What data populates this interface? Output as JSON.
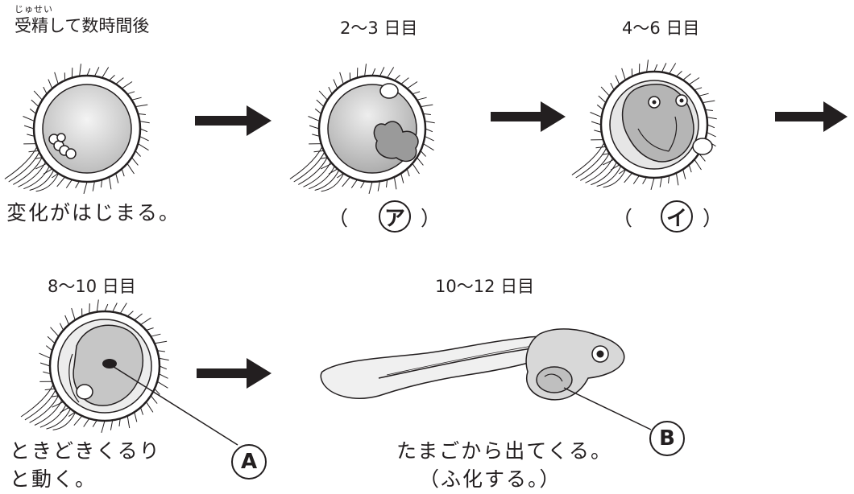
{
  "stages": {
    "s1": {
      "label": "受精して数時間後",
      "ruby": "じゅせい",
      "caption": "変化がはじまる。"
    },
    "s2": {
      "label": "2〜3 日目",
      "marker": "ア"
    },
    "s3": {
      "label": "4〜6 日目",
      "marker": "イ"
    },
    "s4": {
      "label": "8〜10 日目",
      "caption_line1": "ときどきくるり",
      "caption_line2": "と動く。"
    },
    "s5": {
      "label": "10〜12 日目",
      "caption_line1": "たまごから出てくる。",
      "caption_line2": "（ふ化する。）"
    }
  },
  "parts": {
    "a": "A",
    "b": "B"
  },
  "paren_open": "（",
  "paren_close": "）",
  "colors": {
    "ink": "#231f20",
    "egg_fill": "#d9d9d9",
    "egg_light": "#f2f2f2"
  }
}
